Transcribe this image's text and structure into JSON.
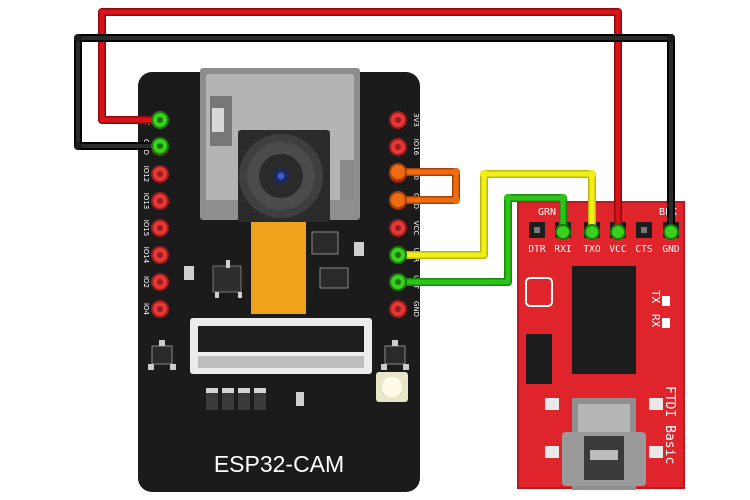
{
  "esp32": {
    "title": "ESP32-CAM",
    "left_pins": [
      "5V",
      "GND",
      "IO12",
      "IO13",
      "IO15",
      "IO14",
      "IO2",
      "IO4"
    ],
    "right_pins": [
      "3V3",
      "IO16",
      "IO0",
      "GND",
      "VCC",
      "U0R",
      "U0T",
      "GND"
    ]
  },
  "ftdi": {
    "name": "FTDI Basic",
    "top_left_label": "GRN",
    "top_right_label": "BLK",
    "pins": [
      "DTR",
      "RXI",
      "TXO",
      "VCC",
      "CTS",
      "GND"
    ],
    "led_labels": [
      "TX",
      "RX"
    ]
  },
  "colors": {
    "board": "#1b1b1b",
    "ftdi_board": "#e0242c",
    "wire_red": "#d8141a",
    "wire_black": "#1a1a1a",
    "wire_yellow": "#f2ee1a",
    "wire_green": "#2ec21a",
    "wire_orange": "#f06a12"
  }
}
